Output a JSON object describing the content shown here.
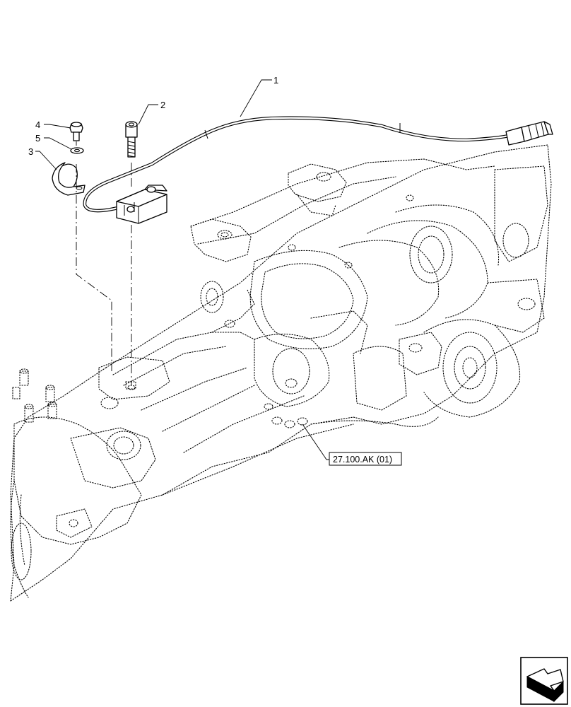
{
  "callouts": [
    {
      "id": "1",
      "label": "1"
    },
    {
      "id": "2",
      "label": "2"
    },
    {
      "id": "3",
      "label": "3"
    },
    {
      "id": "4",
      "label": "4"
    },
    {
      "id": "5",
      "label": "5"
    }
  ],
  "reference": {
    "label": "27.100.AK (01)"
  },
  "nav_icon": {
    "name": "navigation-arrow-icon"
  }
}
